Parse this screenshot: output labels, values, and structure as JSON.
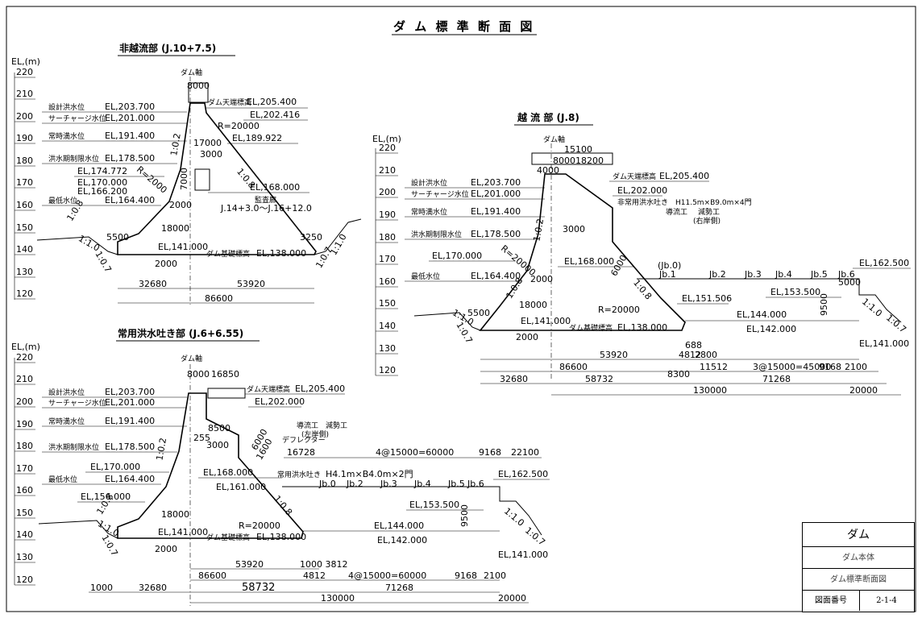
{
  "page_title": "ダ ム 標 準 断 面 図",
  "elev_axis": {
    "unit": "EL,(m)",
    "ticks": [
      "220",
      "210",
      "200",
      "190",
      "180",
      "170",
      "160",
      "150",
      "140",
      "130",
      "120"
    ]
  },
  "water_levels": [
    {
      "name": "設計洪水位",
      "value": "EL,203.700"
    },
    {
      "name": "サーチャージ水位",
      "value": "EL,201.000"
    },
    {
      "name": "常時満水位",
      "value": "EL,191.400"
    },
    {
      "name": "洪水期制限水位",
      "value": "EL,178.500"
    },
    {
      "name": "最低水位",
      "value": "EL,164.400"
    }
  ],
  "non_overflow": {
    "title": "非越流部 (J.10+7.5)",
    "dam_axis": "ダム軸",
    "crest_width": "8000",
    "crest_label": "ダム天端標高",
    "crest_el": "EL,205.400",
    "el_202": "EL,202.416",
    "r_20000": "R=20000",
    "el_189": "EL,189.922",
    "slope_up": "1:0.2",
    "slope_down": "1:0.8",
    "slope_left": "1:0.8",
    "el_174": "EL,174.772",
    "el_170": "EL,170.000",
    "el_166": "EL,166.200",
    "r_small": "R=2000",
    "dim_17000": "17000",
    "dim_3000": "3000",
    "dim_7000": "7000",
    "dim_2000a": "2000",
    "el_168": "EL,168.000",
    "gallery_label": "監査廊",
    "gallery_range": "J.14+3.0～J.16+12.0",
    "dim_18000": "18000",
    "dim_5500": "5500",
    "dim_3250": "3250",
    "el_141": "EL,141.000",
    "base_label": "ダム基礎標高",
    "base_el": "EL,138.000",
    "dim_2000b": "2000",
    "slope_l1": "1:1.0",
    "slope_l2": "1:0.7",
    "slope_r1": "1:0.7",
    "slope_r2": "1:1.0",
    "dim_32680": "32680",
    "dim_53920": "53920",
    "dim_86600": "86600"
  },
  "overflow": {
    "title": "越 流 部 (J.8)",
    "dam_axis": "ダム軸",
    "dim_15100": "15100",
    "dim_8000": "8000",
    "dim_18200": "18200",
    "dim_4000": "4000",
    "crest_label": "ダム天端標高",
    "crest_el": "EL,205.400",
    "el_202": "EL,202.000",
    "spillway": "非常用洪水吐き　H11.5m×B9.0m×4門",
    "apron_a": "導流工",
    "apron_b": "減勢工",
    "bank": "(右岸側)",
    "dim_3000": "3000",
    "el_170": "EL,170.000",
    "el_168": "EL,168.000",
    "r_2000": "R=20000",
    "dim_6000": "6000",
    "slope_up": "1:0.2",
    "slope_down": "1:0.8",
    "slope_left": "1:0.8",
    "dim_2000": "2000",
    "jb": [
      "(Jb.0)",
      "Jb.1",
      "Jb.2",
      "Jb.3",
      "Jb.4",
      "Jb.5",
      "Jb.6"
    ],
    "el_162": "EL,162.500",
    "dim_5000": "5000",
    "el_153": "EL,153.500",
    "dim_9500": "9500",
    "slope_end": "1:1.0",
    "slope_end2": "1:0.7",
    "el_151": "EL,151.506",
    "dim_18000": "18000",
    "dim_5500": "5500",
    "r_20000": "R=20000",
    "el_144": "EL,144.000",
    "el_142": "EL,142.000",
    "el_141": "EL,141.000",
    "el_141b": "EL,141.000",
    "base_label": "ダム基礎標高",
    "base_el": "EL,138.000",
    "slope_l1": "1:1.0",
    "slope_l2": "1:0.7",
    "dim_2000b": "2000",
    "dim_688": "688",
    "dim_53920": "53920",
    "dim_4812": "4812",
    "dim_2800": "2800",
    "dim_86600": "86600",
    "dim_11512": "11512",
    "dim_3at": "3@15000=45000",
    "dim_9168": "9168",
    "dim_2100": "2100",
    "dim_32680": "32680",
    "dim_58732": "58732",
    "dim_8300": "8300",
    "dim_71268": "71268",
    "dim_130000": "130000",
    "dim_20000": "20000"
  },
  "outlet": {
    "title": "常用洪水吐き部 (J.6+6.55)",
    "dam_axis": "ダム軸",
    "dim_8000": "8000",
    "dim_16850": "16850",
    "crest_label": "ダム天端標高",
    "crest_el": "EL,205.400",
    "el_202": "EL,202.000",
    "apron_a": "導流工",
    "apron_b": "減勢工",
    "bank": "(左岸側)",
    "dim_8500": "8500",
    "dim_255": "255",
    "dim_3000": "3000",
    "deflector": "デフレクター",
    "dim_6000": "6000",
    "dim_1600": "1600",
    "dim_16728": "16728",
    "dim_4at": "4@15000=60000",
    "dim_9168": "9168",
    "dim_22100": "22100",
    "el_170": "EL,170.000",
    "el_168": "EL,168.000",
    "outlet_label": "常用洪水吐き",
    "outlet_size": "H4.1m×B4.0m×2門",
    "el_162": "EL,162.500",
    "el_161": "EL,161.000",
    "jb": [
      "Jb.0",
      "Jb.2",
      "Jb.3",
      "Jb.4",
      "Jb.5",
      "Jb.6"
    ],
    "el_156": "EL,156.000",
    "el_153": "EL,153.500",
    "slope_up": "1:0.2",
    "slope_down": "1:0.8",
    "slope_left": "1:0.8",
    "dim_18000": "18000",
    "dim_9500": "9500",
    "slope_end": "1:1.0",
    "slope_end2": "1:0.7",
    "slope_l1": "1:1.0",
    "slope_l2": "1:0.7",
    "r_20000": "R=20000",
    "el_144": "EL,144.000",
    "el_141": "EL,141.000",
    "el_142": "EL,142.000",
    "base_label": "ダム基礎標高",
    "base_el": "EL,138.000",
    "el_141b": "EL,141.000",
    "dim_2000": "2000",
    "dim_53920": "53920",
    "dim_1000_3812": "1000 3812",
    "dim_86600": "86600",
    "dim_4812": "4812",
    "dim_4at_b": "4@15000=60000",
    "dim_9168b": "9168",
    "dim_2100": "2100",
    "dim_1000": "1000",
    "dim_32680": "32680",
    "dim_58732": "58732",
    "dim_71268": "71268",
    "dim_130000": "130000",
    "dim_20000": "20000"
  },
  "title_block": {
    "name": "ダム",
    "sub": "ダム本体",
    "drawing": "ダム標準断面図",
    "number_label": "図面番号",
    "number": "2-1-4"
  }
}
